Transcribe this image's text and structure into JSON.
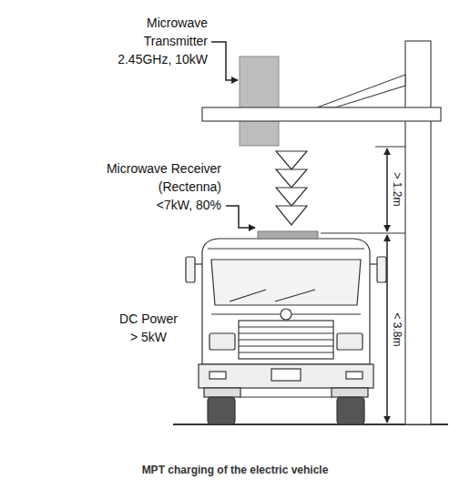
{
  "diagram": {
    "caption": "MPT charging of the electric vehicle",
    "labels": [
      "Microwave Transmitter",
      "2.45GHz, 10kW",
      "Microwave Receiver (Rectenna)",
      "<7kW, 80%",
      "DC Power",
      "> 5kW",
      "> 1.2m",
      "< 3.8m"
    ]
  }
}
